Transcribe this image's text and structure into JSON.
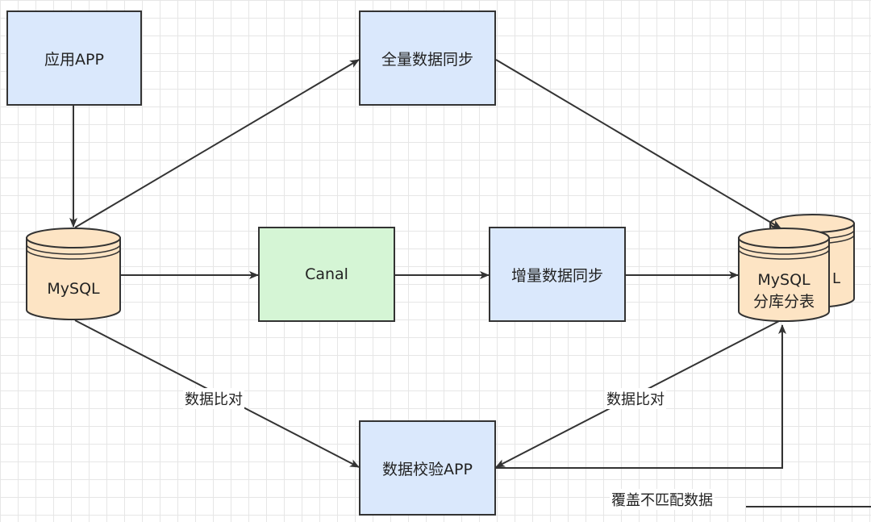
{
  "nodes": {
    "app": "应用APP",
    "full_sync": "全量数据同步",
    "canal": "Canal",
    "inc_sync": "增量数据同步",
    "check_app": "数据校验APP",
    "mysql_src": "MySQL",
    "mysql_dst_line1": "MySQL",
    "mysql_dst_line2": "分库分表",
    "mysql_back_partial": "L"
  },
  "edges": {
    "compare_left": "数据比对",
    "compare_right": "数据比对",
    "overwrite_label": "覆盖不匹配数据"
  },
  "colors": {
    "box_blue": "#dae8fc",
    "box_green": "#d5f5d5",
    "cylinder": "#fde4c4",
    "stroke": "#333333"
  }
}
